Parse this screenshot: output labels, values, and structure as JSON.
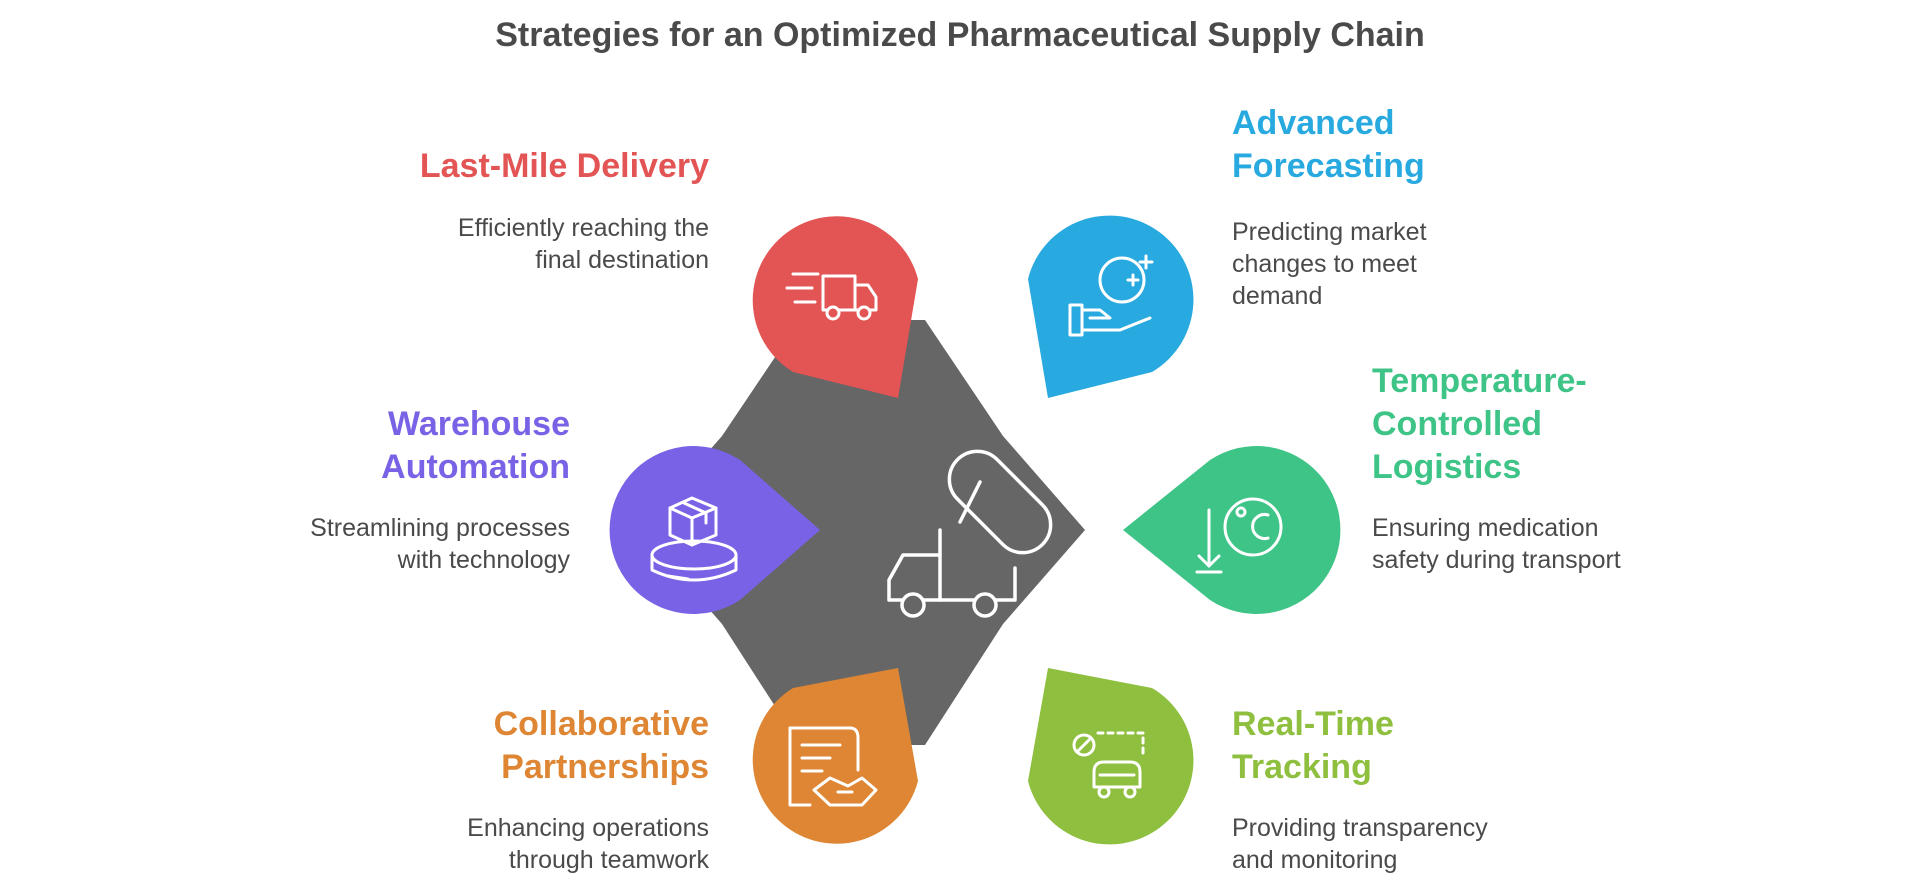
{
  "title": "Strategies for an Optimized Pharmaceutical Supply Chain",
  "center": {
    "icon": "pill-truck-icon",
    "color": "#666666"
  },
  "items": [
    {
      "key": "last_mile",
      "title": "Last-Mile Delivery",
      "description": "Efficiently reaching the\nfinal destination",
      "color": "#e35454",
      "icon": "fast-delivery-truck-icon"
    },
    {
      "key": "forecasting",
      "title": "Advanced\nForecasting",
      "description": "Predicting market\nchanges to meet\ndemand",
      "color": "#28a9df",
      "icon": "hand-forecast-icon"
    },
    {
      "key": "temperature",
      "title": "Temperature-\nControlled\nLogistics",
      "description": "Ensuring medication\nsafety during transport",
      "color": "#3ec487",
      "icon": "thermometer-celsius-icon"
    },
    {
      "key": "tracking",
      "title": "Real-Time\nTracking",
      "description": "Providing transparency\nand monitoring",
      "color": "#8fbf3f",
      "icon": "vehicle-tracking-icon"
    },
    {
      "key": "partnerships",
      "title": "Collaborative\nPartnerships",
      "description": "Enhancing operations\nthrough teamwork",
      "color": "#de8633",
      "icon": "handshake-contract-icon"
    },
    {
      "key": "warehouse",
      "title": "Warehouse\nAutomation",
      "description": "Streamlining processes\nwith technology",
      "color": "#7a62e6",
      "icon": "automated-warehouse-icon"
    }
  ]
}
